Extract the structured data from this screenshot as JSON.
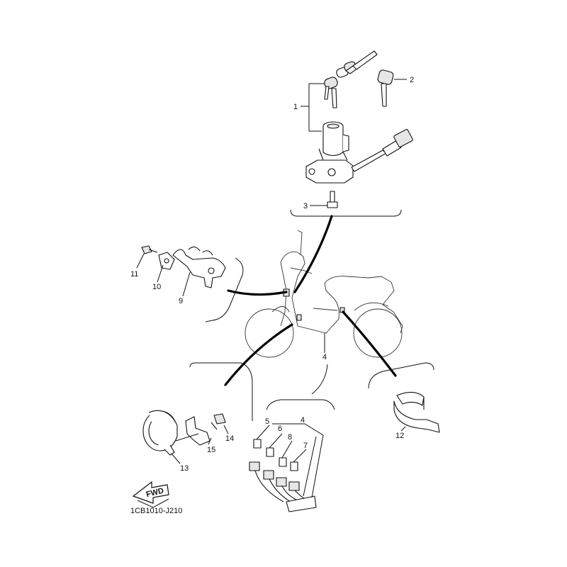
{
  "diagram": {
    "callouts": {
      "c1": "1",
      "c2": "2",
      "c3": "3",
      "c4a": "4",
      "c4b": "4",
      "c5": "5",
      "c6": "6",
      "c7": "7",
      "c8": "8",
      "c9": "9",
      "c10": "10",
      "c11": "11",
      "c12": "12",
      "c13": "13",
      "c14": "14",
      "c15": "15"
    },
    "fwd_label": "FWD",
    "diagram_code": "1CB1010-J210"
  }
}
